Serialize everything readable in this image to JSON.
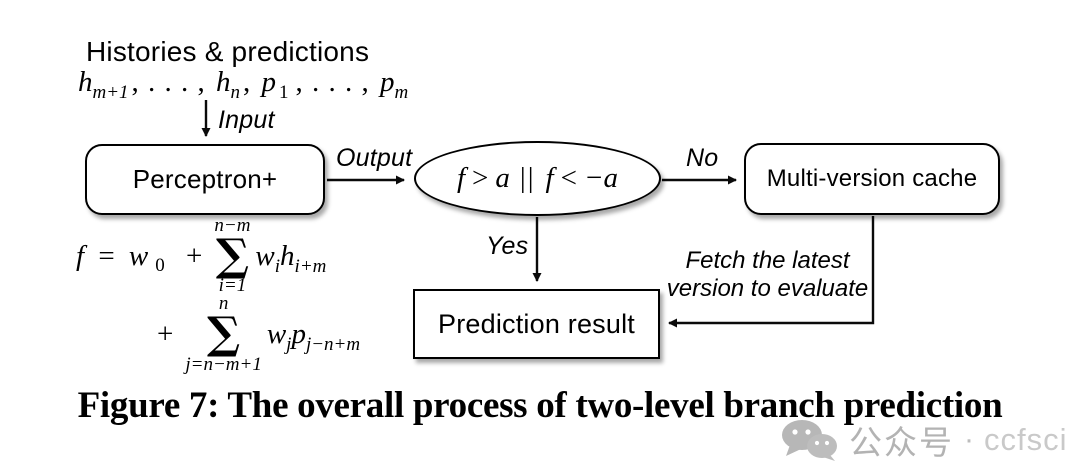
{
  "colors": {
    "ink": "#000000",
    "background": "#ffffff",
    "watermark_gray": "#b3b3b3",
    "watermark_light_gray": "#c9c9c9"
  },
  "header": {
    "title": "Histories & predictions"
  },
  "input_math": {
    "h1": "h",
    "h1_sub": "m+1",
    "dots1": ", . . . ,",
    "h2": "h",
    "h2_sub": "n",
    "comma": ",",
    "p1": "p",
    "p1_sub": "1",
    "dots2": ", . . . ,",
    "p2": "p",
    "p2_sub": "m"
  },
  "edges": {
    "input": "Input",
    "output": "Output",
    "no": "No",
    "yes": "Yes",
    "fetch_line1": "Fetch the latest",
    "fetch_line2": "version to evaluate"
  },
  "nodes": {
    "perceptron": {
      "label": "Perceptron+"
    },
    "condition": {
      "f1": "f",
      "gt": ">",
      "a1": "a",
      "or": "||",
      "f2": "f",
      "lt": "<",
      "a2": "−a"
    },
    "cache": {
      "label": "Multi-version cache"
    },
    "result": {
      "label": "Prediction result"
    }
  },
  "formula": {
    "f": "f",
    "eq": "=",
    "w": "w",
    "w0": "0",
    "plus1": "+",
    "sum1": {
      "top": "n−m",
      "sym": "∑",
      "bot": "i=1"
    },
    "t1": {
      "w": "w",
      "wsub": "i",
      "h": "h",
      "hsub": "i+m"
    },
    "plus2": "+",
    "sum2": {
      "top": "n",
      "sym": "∑",
      "bot": "j=n−m+1"
    },
    "t2": {
      "w": "w",
      "wsub": "j",
      "p": "p",
      "psub": "j−n+m"
    }
  },
  "caption": "Figure 7: The overall process of two-level branch prediction",
  "watermark": {
    "icon": "wechat-icon",
    "label": "公众号",
    "sep": "·",
    "handle": "ccfsci"
  }
}
